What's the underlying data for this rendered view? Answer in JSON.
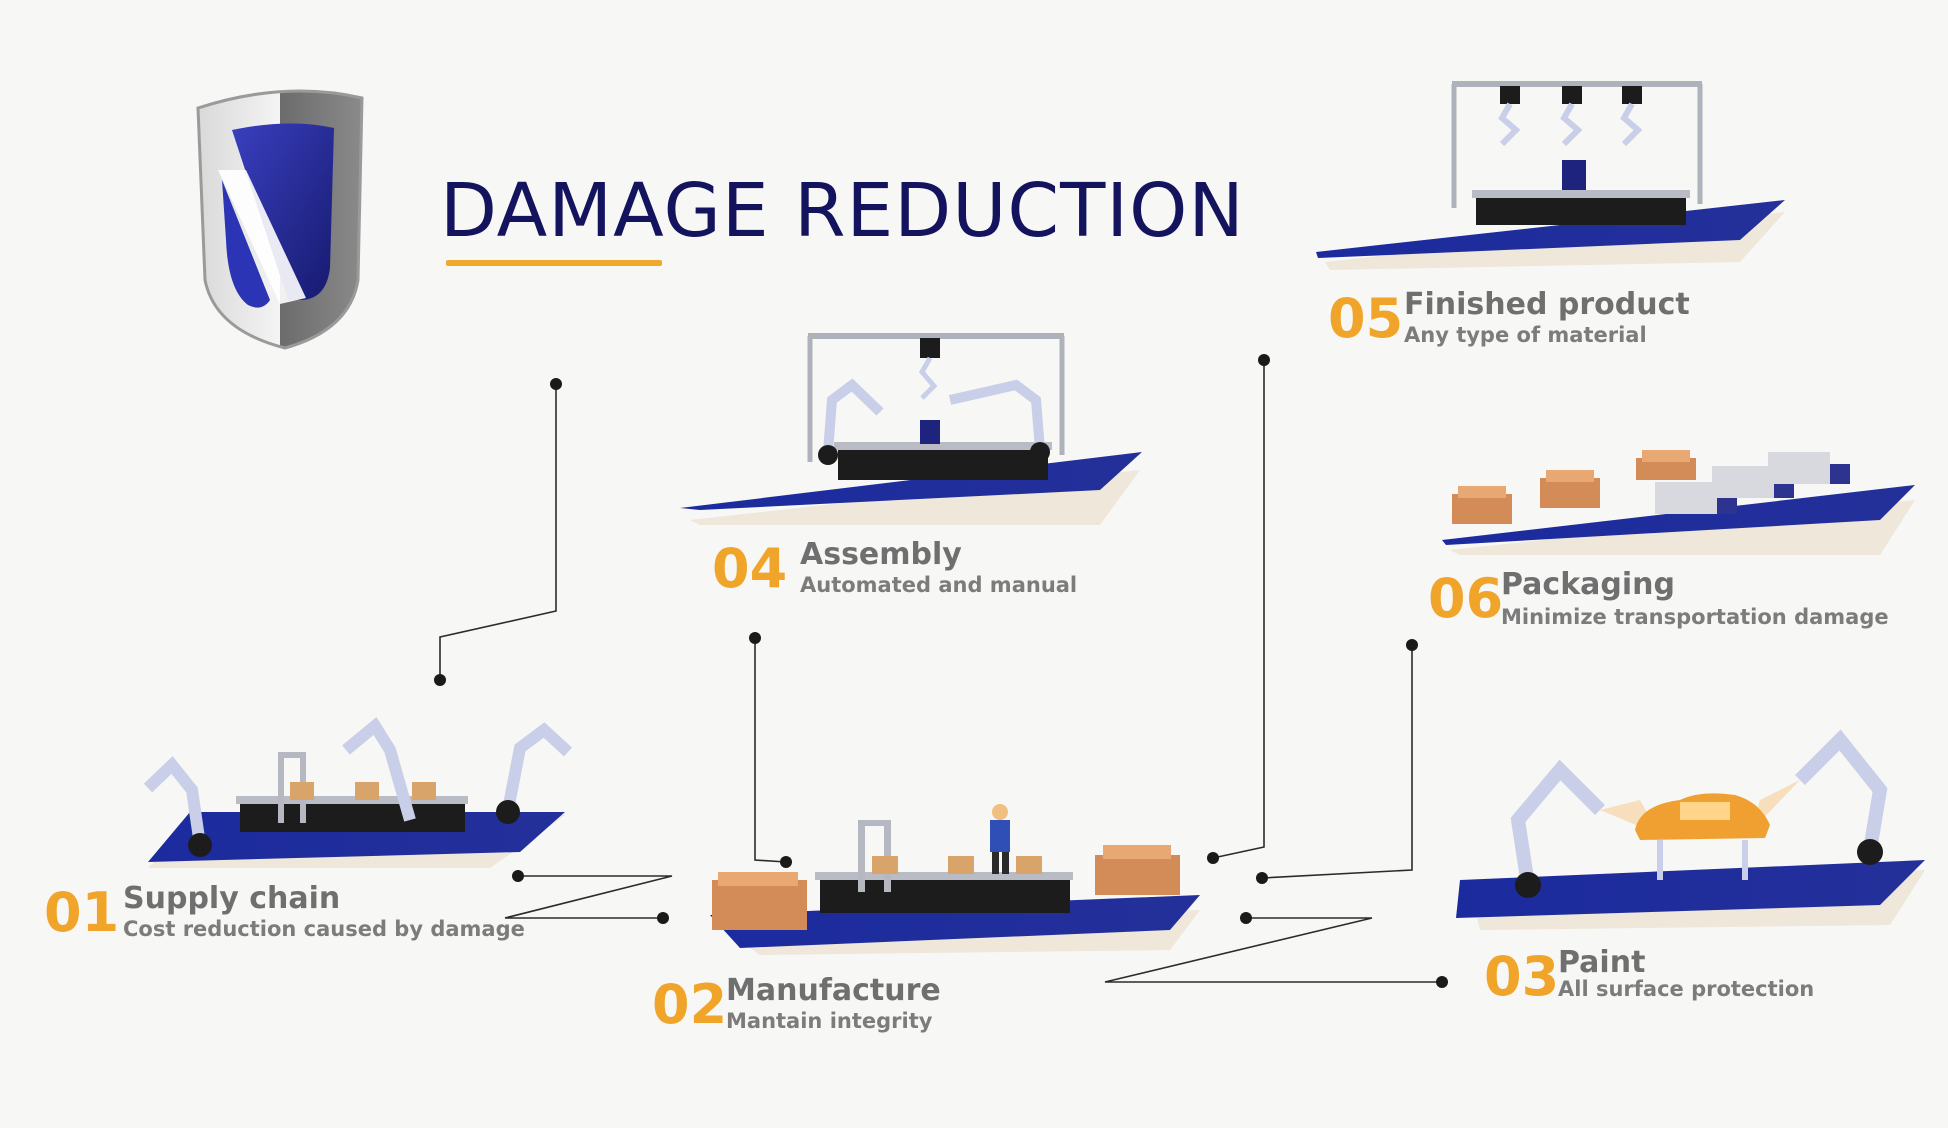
{
  "title": "DAMAGE REDUCTION",
  "colors": {
    "title": "#14135e",
    "accent": "#f0a52a",
    "platform": "#1a2a9c",
    "label": "#6f6f6f"
  },
  "logo": {
    "icon": "shield-logo"
  },
  "steps": [
    {
      "number": "01",
      "name": "Supply chain",
      "description": "Cost reduction caused by damage",
      "icon": "robot-arms-conveyor"
    },
    {
      "number": "02",
      "name": "Manufacture",
      "description": "Mantain integrity",
      "icon": "conveyor-with-worker"
    },
    {
      "number": "03",
      "name": "Paint",
      "description": "All surface protection",
      "icon": "car-paint-robots"
    },
    {
      "number": "04",
      "name": "Assembly",
      "description": "Automated and manual",
      "icon": "assembly-gantry"
    },
    {
      "number": "05",
      "name": "Finished product",
      "description": "Any type of material",
      "icon": "gantry-grippers"
    },
    {
      "number": "06",
      "name": "Packaging",
      "description": "Minimize transportation damage",
      "icon": "pallets-trucks"
    }
  ]
}
